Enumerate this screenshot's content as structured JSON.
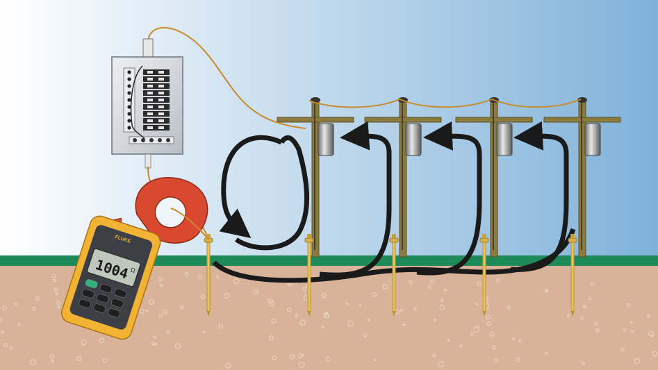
{
  "meter": {
    "brand": "FLUKE",
    "display_reading": "1004",
    "display_unit": "Ω"
  },
  "icons": {
    "panel": "electrical-panel-icon",
    "clamp_meter": "earth-ground-clamp-meter-icon",
    "ground_rod": "ground-rod-icon",
    "utility_pole": "utility-pole-icon",
    "transformer": "transformer-icon",
    "current_arrow": "current-loop-arrow-icon"
  },
  "colors": {
    "sky_top": "#ffffff",
    "sky_bottom": "#7fb1d9",
    "grass": "#1e8a5a",
    "soil": "#d8b39a",
    "wire": "#c98a2a",
    "pole": "#8b7a3e",
    "meter_body": "#f2b233",
    "clamp": "#d8492f",
    "arrow": "#1a1a1a"
  }
}
